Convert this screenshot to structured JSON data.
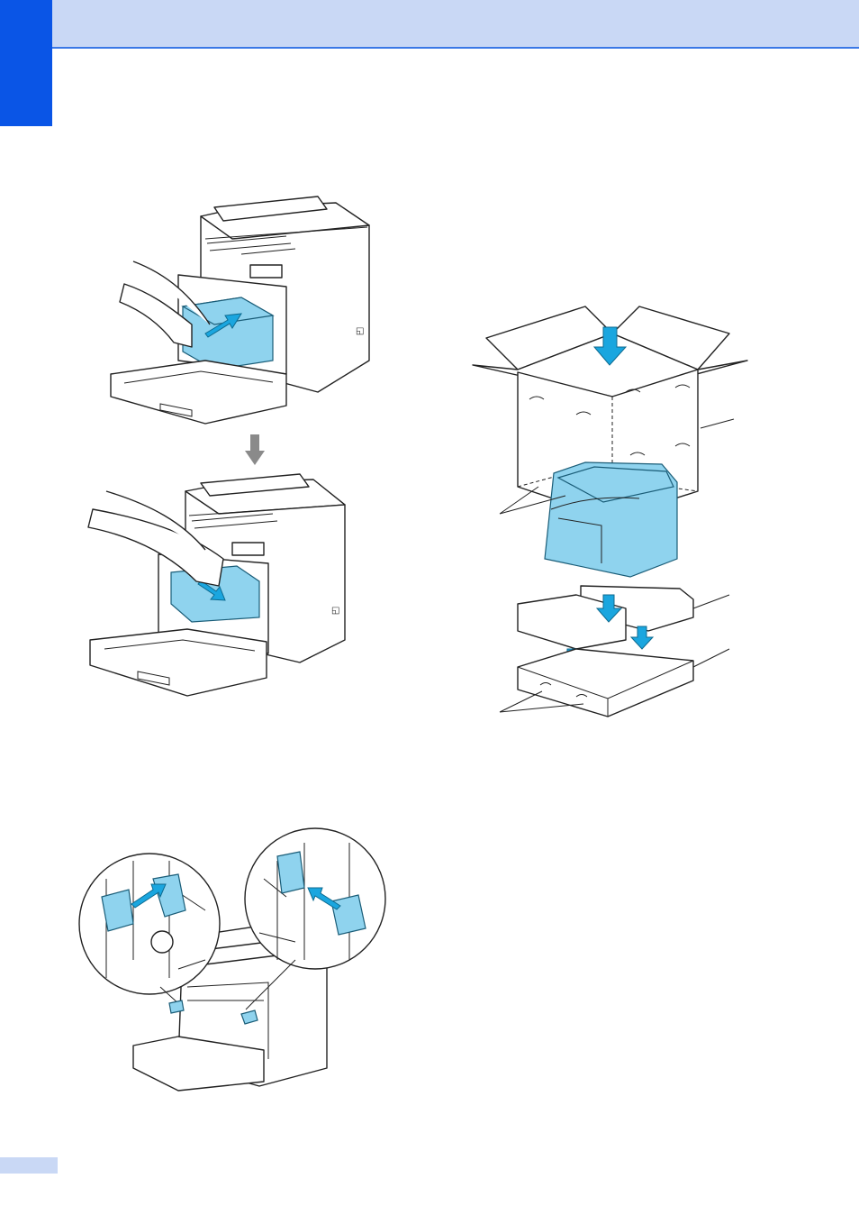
{
  "page": {
    "header_color": "#c9d8f5",
    "side_tab_color": "#0a55e6",
    "footer_tab_color": "#c9d8f5"
  },
  "figures": {
    "drum_removal_top": {
      "icon": "printer-drum-removal-illustration"
    },
    "step_arrow": {
      "icon": "down-arrow-icon"
    },
    "drum_insert_bottom": {
      "icon": "printer-drum-insert-illustration"
    },
    "packing_box": {
      "icon": "printer-packing-box-illustration"
    },
    "lock_levers": {
      "icon": "printer-lock-levers-illustration"
    }
  },
  "accent_colors": {
    "part_blue": "#8fd3ee",
    "arrow_blue": "#1aa6df",
    "arrow_grey": "#8a8a8a"
  }
}
